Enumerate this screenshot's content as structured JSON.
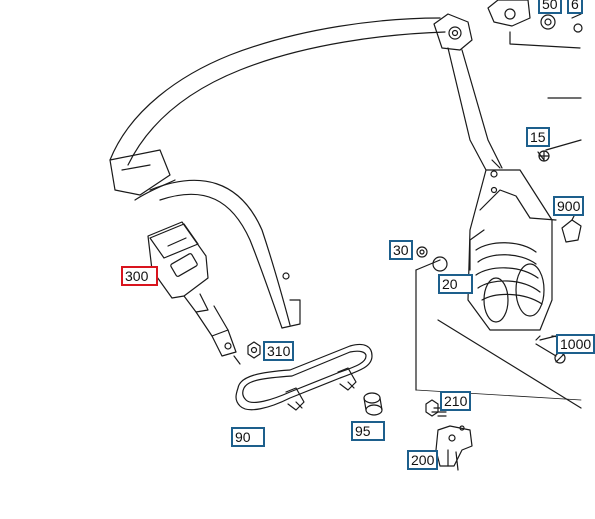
{
  "colors": {
    "callout_border": "#1d5f8c",
    "selected_border": "#d9141e",
    "line": "#1a1a1a"
  },
  "selected_part": "300",
  "callouts": [
    {
      "id": "c50",
      "label": "50"
    },
    {
      "id": "c6",
      "label": "6"
    },
    {
      "id": "c15",
      "label": "15"
    },
    {
      "id": "c900",
      "label": "900"
    },
    {
      "id": "c30",
      "label": "30"
    },
    {
      "id": "c20",
      "label": "20"
    },
    {
      "id": "c1000",
      "label": "1000"
    },
    {
      "id": "c300",
      "label": "300"
    },
    {
      "id": "c310",
      "label": "310"
    },
    {
      "id": "c90",
      "label": "90"
    },
    {
      "id": "c95",
      "label": "95"
    },
    {
      "id": "c210",
      "label": "210"
    },
    {
      "id": "c200",
      "label": "200"
    }
  ]
}
